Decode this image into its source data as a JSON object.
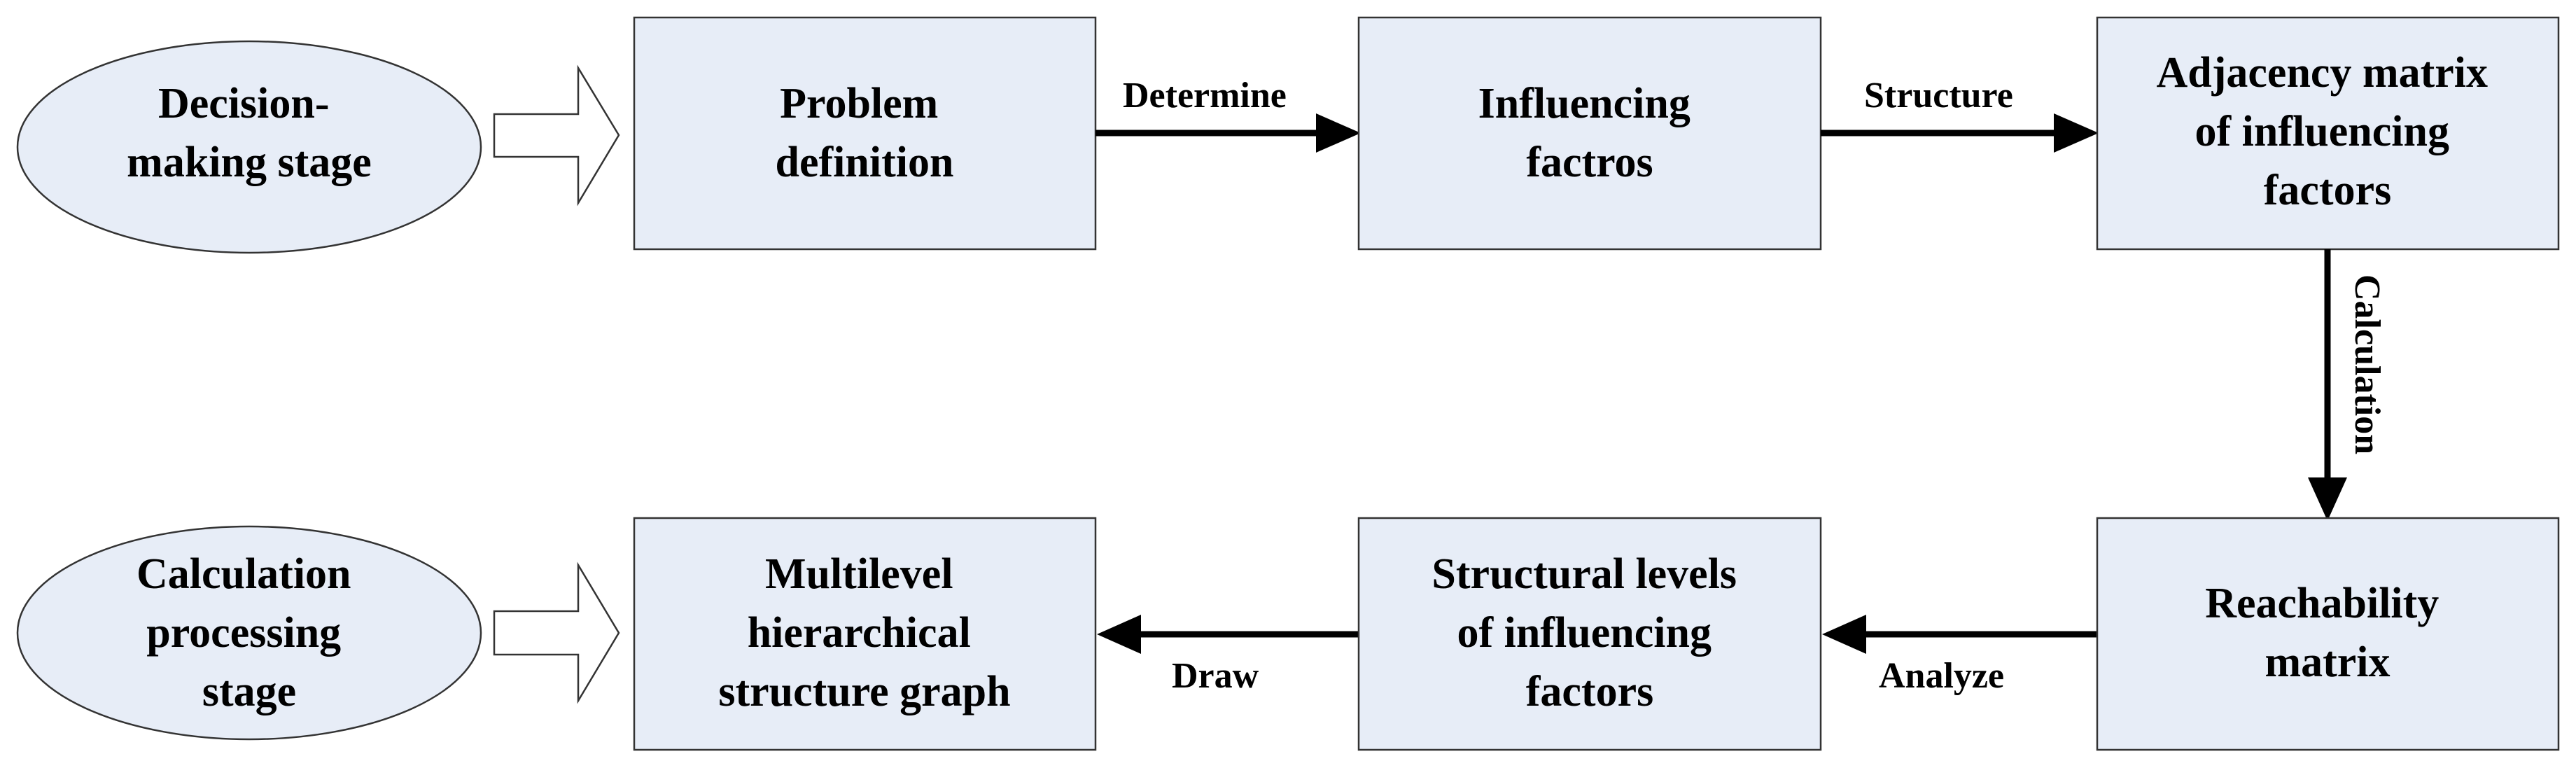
{
  "stages": {
    "decision": {
      "lines": [
        "Decision-",
        "making stage"
      ]
    },
    "calculation": {
      "lines": [
        "Calculation",
        "processing",
        "stage"
      ]
    }
  },
  "boxes": {
    "problem_definition": {
      "lines": [
        "Problem",
        "definition"
      ]
    },
    "influencing_factors": {
      "lines": [
        "Influencing",
        "factros"
      ]
    },
    "adjacency_matrix": {
      "lines": [
        "Adjacency matrix",
        "of influencing",
        "factors"
      ]
    },
    "reachability_matrix": {
      "lines": [
        "Reachability",
        "matrix"
      ]
    },
    "structural_levels": {
      "lines": [
        "Structural levels",
        "of influencing",
        "factors"
      ]
    },
    "hierarchical_graph": {
      "lines": [
        "Multilevel",
        "hierarchical",
        "structure graph"
      ]
    }
  },
  "edges": {
    "determine": "Determine",
    "structure": "Structure",
    "calculation": "Calculation",
    "analyze": "Analyze",
    "draw": "Draw"
  }
}
